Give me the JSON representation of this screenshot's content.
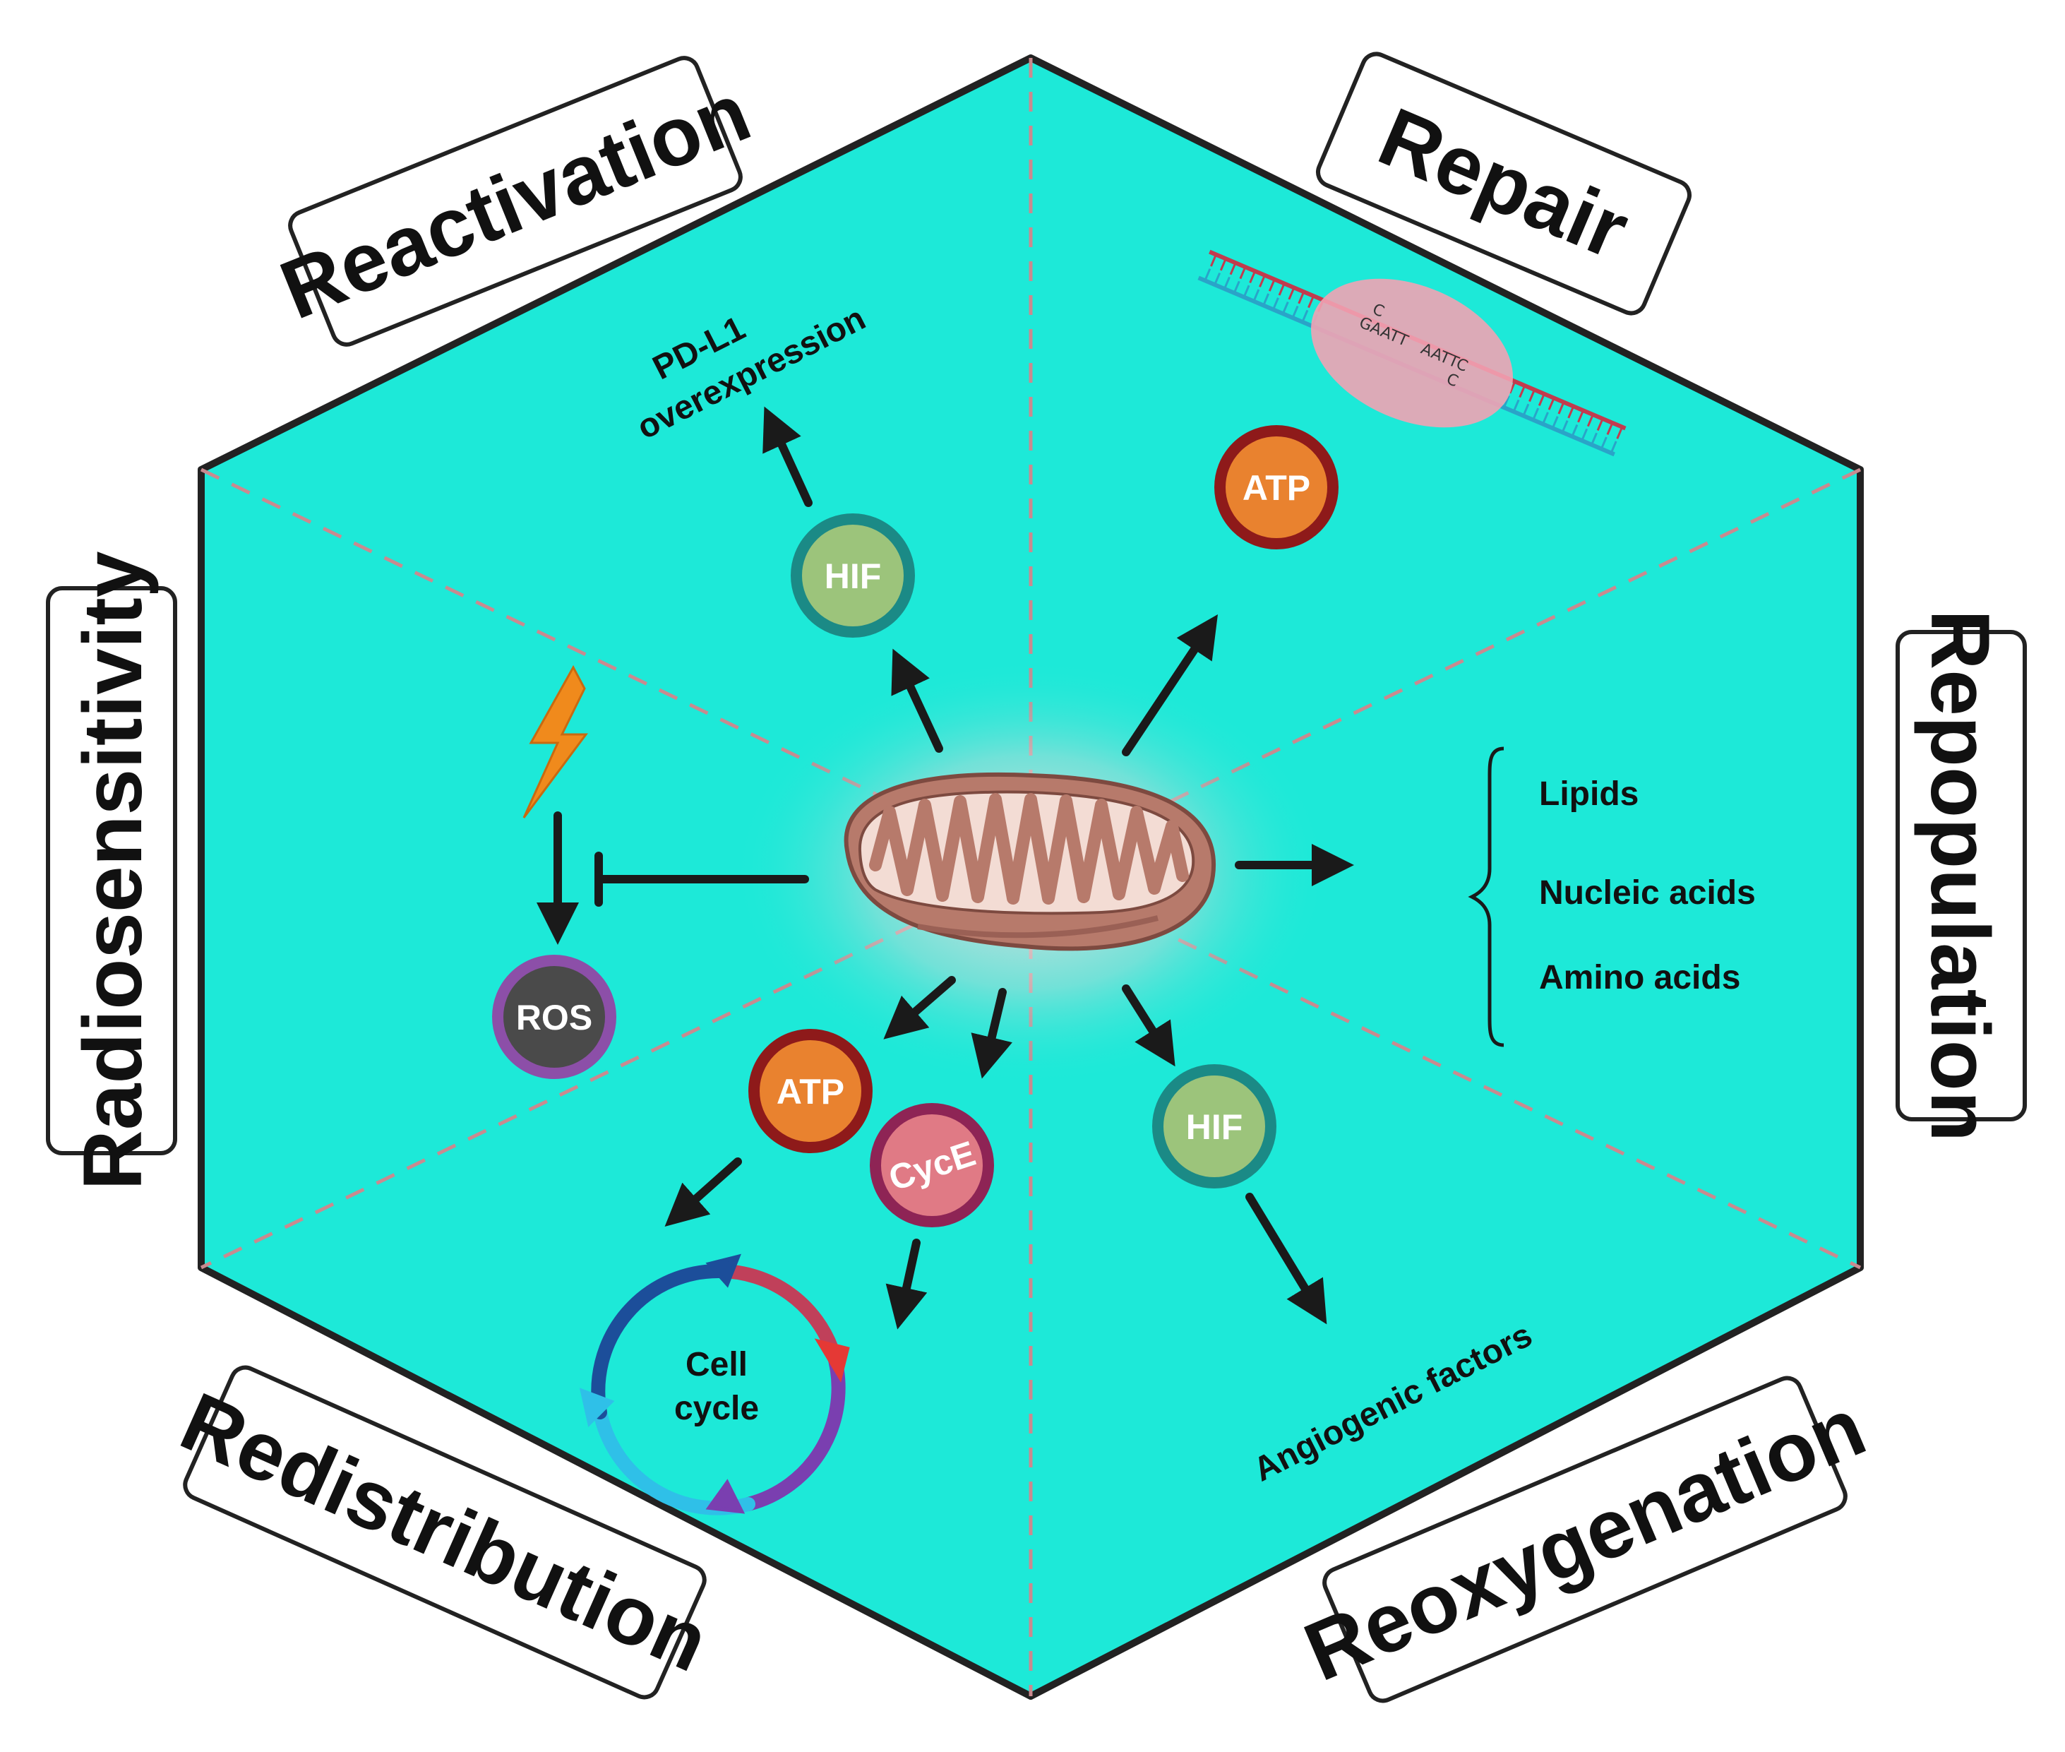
{
  "colors": {
    "hexagon_fill": "#1de9d8",
    "divider": "#c98a8f",
    "arrow": "#1a1a1a",
    "atp": "#e9822f",
    "atp_ring": "#8e1a1a",
    "hif": "#9cc47b",
    "hif_ring": "#1b8a86",
    "ros": "#4a4a4a",
    "ros_ring": "#8c4fa8",
    "cyce": "#e07a85",
    "cyce_ring": "#8e2455",
    "lightning": "#f08a1c",
    "mito": "#b77a6b"
  },
  "sections": {
    "reactivation": "Reactivation",
    "repair": "Repair",
    "radiosensitivity": "Radiosensitivity",
    "repopulation": "Repopulation",
    "redistribution": "Redistribution",
    "reoxygenation": "Reoxygenation"
  },
  "nodes": {
    "hif_top": "HIF",
    "atp_top": "ATP",
    "ros": "ROS",
    "atp_bottom": "ATP",
    "cyce": "CycE",
    "hif_bottom": "HIF"
  },
  "labels": {
    "pdl1_line1": "PD-L1",
    "pdl1_line2": "overexpression",
    "lipids": "Lipids",
    "nucleic_acids": "Nucleic acids",
    "amino_acids": "Amino acids",
    "cell_cycle_line1": "Cell",
    "cell_cycle_line2": "cycle",
    "angiogenic": "Angiogenic factors"
  },
  "dna": {
    "seq_c1": "C",
    "seq_gaatt": "GAATT",
    "seq_aattc": "AATTC",
    "seq_c2": "C"
  },
  "icons": [
    "lightning-icon",
    "mitochondrion-icon",
    "dna-repair-icon",
    "cell-cycle-icon"
  ]
}
